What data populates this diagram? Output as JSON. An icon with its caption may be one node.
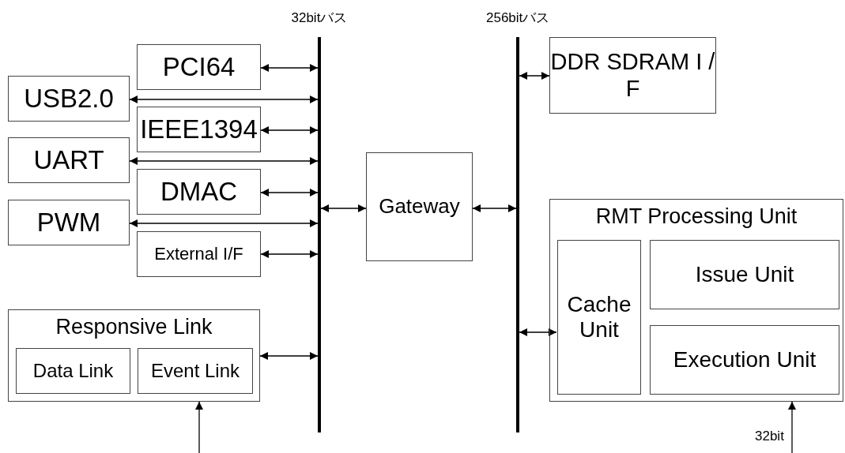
{
  "diagram": {
    "nodes": [
      {
        "text": [
          "32bitバス"
        ]
      },
      {
        "text": [
          "256bitバス"
        ]
      },
      {
        "text": [
          "PCI64"
        ]
      },
      {
        "text": [
          "USB2.0"
        ]
      },
      {
        "text": [
          "IEEE1394"
        ]
      },
      {
        "text": [
          "UART"
        ]
      },
      {
        "text": [
          "DMAC"
        ]
      },
      {
        "text": [
          "PWM"
        ]
      },
      {
        "text": [
          "External I/F"
        ]
      },
      {
        "text": [
          "Responsive Link"
        ]
      },
      {
        "text": [
          "Data Link"
        ],
        "in": 9
      },
      {
        "text": [
          "Event Link"
        ],
        "in": 9
      },
      {
        "text": [
          "Gateway"
        ]
      },
      {
        "text": [
          "DDR SDRAM I / F"
        ]
      },
      {
        "text": [
          "RMT Processing Unit"
        ]
      },
      {
        "text": [
          "Cache Unit"
        ],
        "in": 14
      },
      {
        "text": [
          "Issue Unit"
        ],
        "in": 14
      },
      {
        "text": [
          "Execution Unit"
        ],
        "in": 14
      }
    ],
    "edges": [
      {
        "from": 2,
        "to": 0,
        "arrow": "both"
      },
      {
        "from": 3,
        "to": 0,
        "arrow": "both"
      },
      {
        "from": 4,
        "to": 0,
        "arrow": "both"
      },
      {
        "from": 5,
        "to": 0,
        "arrow": "both"
      },
      {
        "from": 6,
        "to": 0,
        "arrow": "both"
      },
      {
        "from": 7,
        "to": 0,
        "arrow": "both"
      },
      {
        "from": 8,
        "to": 0,
        "arrow": "both"
      },
      {
        "from": 9,
        "to": 0,
        "arrow": "both"
      },
      {
        "from": 0,
        "to": 12,
        "arrow": "both"
      },
      {
        "from": 12,
        "to": 1,
        "arrow": "both"
      },
      {
        "from": 1,
        "to": 13,
        "arrow": "both"
      },
      {
        "from": 1,
        "to": 15,
        "arrow": "both"
      },
      {
        "from": null,
        "to": 9,
        "arrow": "to"
      },
      {
        "from": null,
        "to": 14,
        "arrow": "to",
        "label": "32bit"
      }
    ]
  }
}
